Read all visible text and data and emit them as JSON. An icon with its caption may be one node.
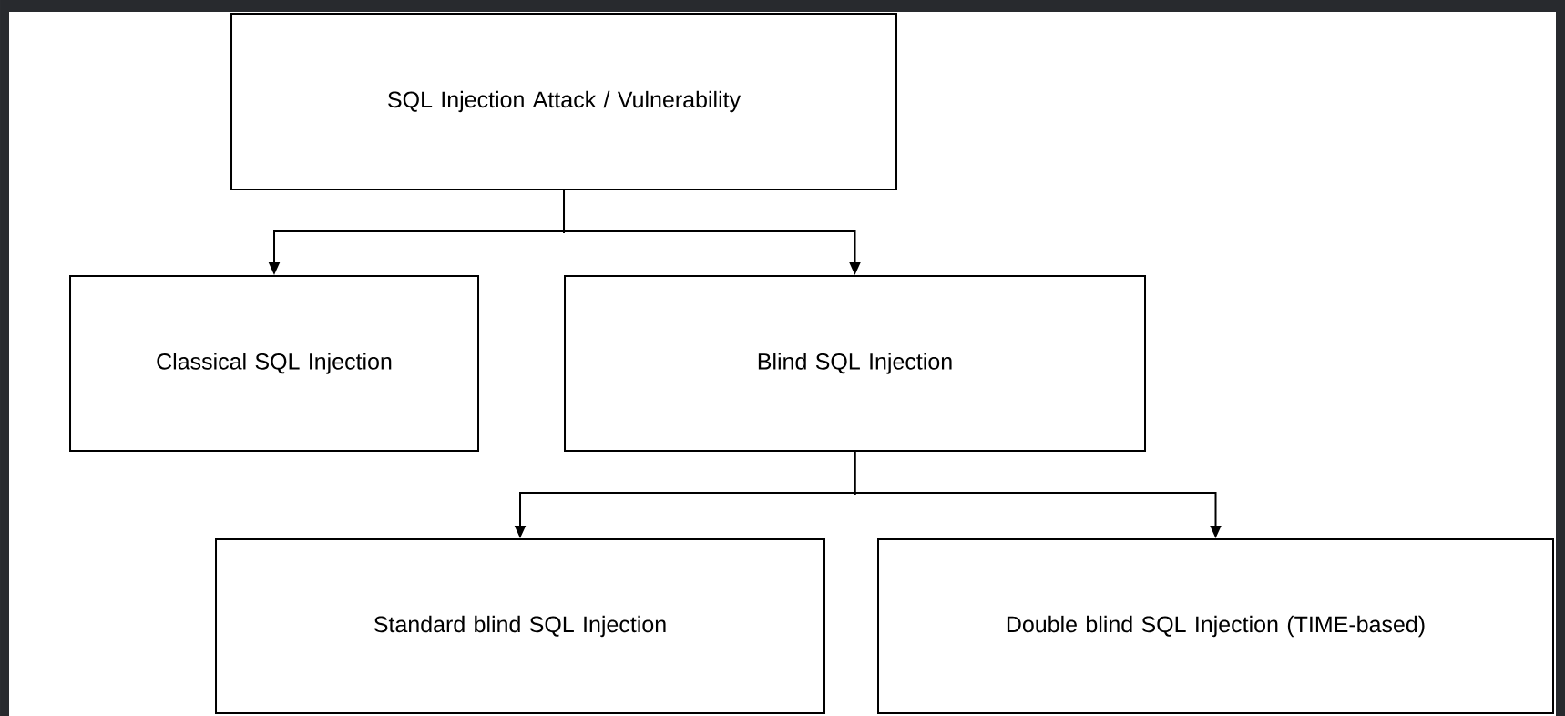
{
  "diagram": {
    "nodes": [
      {
        "text": [
          "SQL Injection Attack / Vulnerability"
        ]
      },
      {
        "text": [
          "Classical SQL Injection"
        ]
      },
      {
        "text": [
          "Blind SQL Injection"
        ]
      },
      {
        "text": [
          "Standard blind SQL Injection"
        ]
      },
      {
        "text": [
          "Double blind SQL Injection (TIME-based)"
        ]
      }
    ],
    "edges": [
      {
        "from": 0,
        "to": 1,
        "arrow": "to"
      },
      {
        "from": 0,
        "to": 2,
        "arrow": "to"
      },
      {
        "from": 2,
        "to": 3,
        "arrow": "to"
      },
      {
        "from": 2,
        "to": 4,
        "arrow": "to"
      }
    ]
  }
}
